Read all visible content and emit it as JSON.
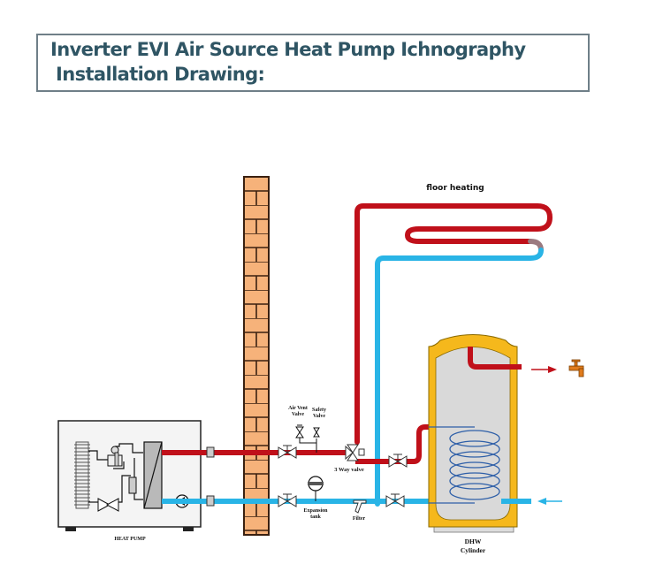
{
  "title": {
    "line1": "Inverter EVI Air Source Heat Pump Ichnography",
    "line2": "Installation Drawing:"
  },
  "labels": {
    "floor_heating": "floor heating",
    "air_vent_valve_1": "Air Vent",
    "air_vent_valve_2": "Valve",
    "safety_valve_1": "Safety",
    "safety_valve_2": "Valve",
    "three_way_valve": "3 Way valve",
    "expansion_tank_1": "Expansion",
    "expansion_tank_2": "tank",
    "filter": "Filter",
    "heat_pump": "HEAT PUMP",
    "dhw_1": "DHW",
    "dhw_2": "Cylinder"
  },
  "colors": {
    "hot_pipe": "#c0101a",
    "cold_pipe": "#29b4e6",
    "title_text": "#2f5564",
    "brick": "#f6b27a",
    "tank_shell": "#f5b81c",
    "tank_inner": "#d9d9d9",
    "coil": "#2e5fa8",
    "faucet": "#e07b1c"
  }
}
